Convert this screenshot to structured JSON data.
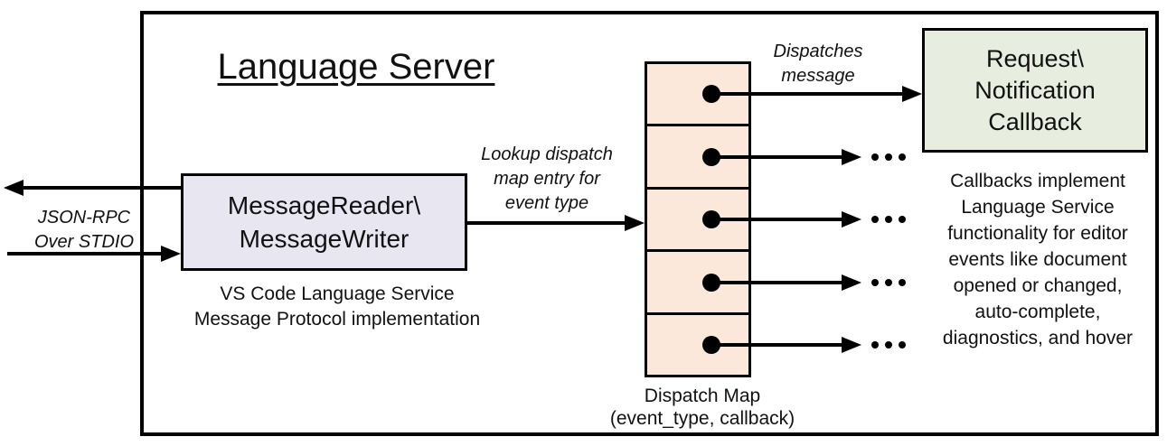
{
  "title": "Language Server",
  "io_label": {
    "lines": [
      "JSON-RPC",
      "Over STDIO"
    ]
  },
  "reader_box": {
    "lines": [
      "MessageReader\\",
      "MessageWriter"
    ]
  },
  "reader_caption": {
    "lines": [
      "VS Code Language Service",
      "Message Protocol implementation"
    ]
  },
  "lookup_label": {
    "lines": [
      "Lookup dispatch",
      "map entry for",
      "event type"
    ]
  },
  "dispatches_label": {
    "lines": [
      "Dispatches",
      "message"
    ]
  },
  "dispatch_map": {
    "cell_count": 5,
    "label_lines": [
      "Dispatch Map",
      "(event_type, callback)"
    ],
    "more_indicator": "..."
  },
  "callback_box": {
    "lines": [
      "Request\\",
      "Notification",
      "Callback"
    ]
  },
  "callback_note": {
    "lines": [
      "Callbacks implement",
      "Language Service",
      "functionality for editor",
      "events like document",
      "opened or changed,",
      "auto-complete,",
      "diagnostics, and hover"
    ]
  },
  "colors": {
    "stroke": "#000000",
    "reader_box_fill": "#e8e6f1",
    "dispatch_map_fill": "#fce8da",
    "callback_box_fill": "#e8eedf",
    "background": "#ffffff"
  }
}
